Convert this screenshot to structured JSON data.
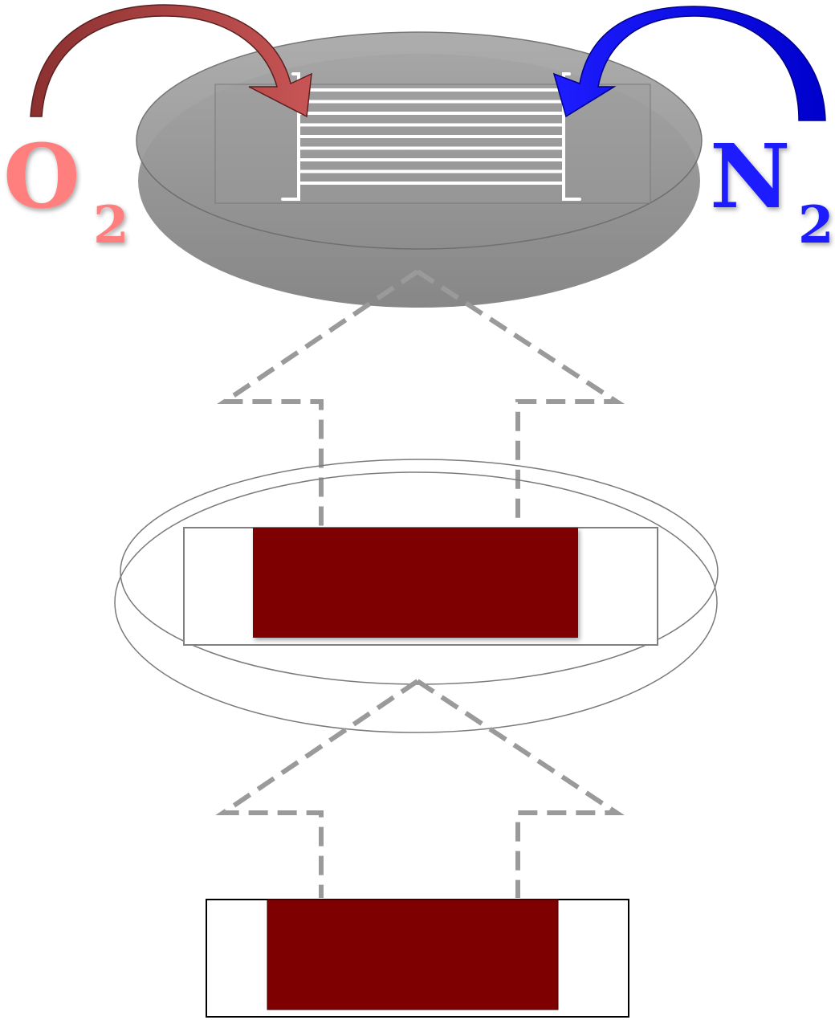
{
  "labels": {
    "left_main": "O",
    "left_sub": "2",
    "right_main": "N",
    "right_sub": "2"
  },
  "colors": {
    "oxygen_text": "#ff7f7f",
    "oxygen_arrow": "#b24848",
    "nitrogen_text": "#1a1aff",
    "nitrogen_arrow": "#0505ee",
    "disk": "#8e8e8e",
    "connector": "#9a9a9a",
    "sample": "#7f0000",
    "outline": "#808080"
  },
  "icons": {
    "left_arrow": "curved-arrow-right-icon",
    "right_arrow": "curved-arrow-left-icon",
    "top_structure": "microchannel-grid-icon"
  }
}
